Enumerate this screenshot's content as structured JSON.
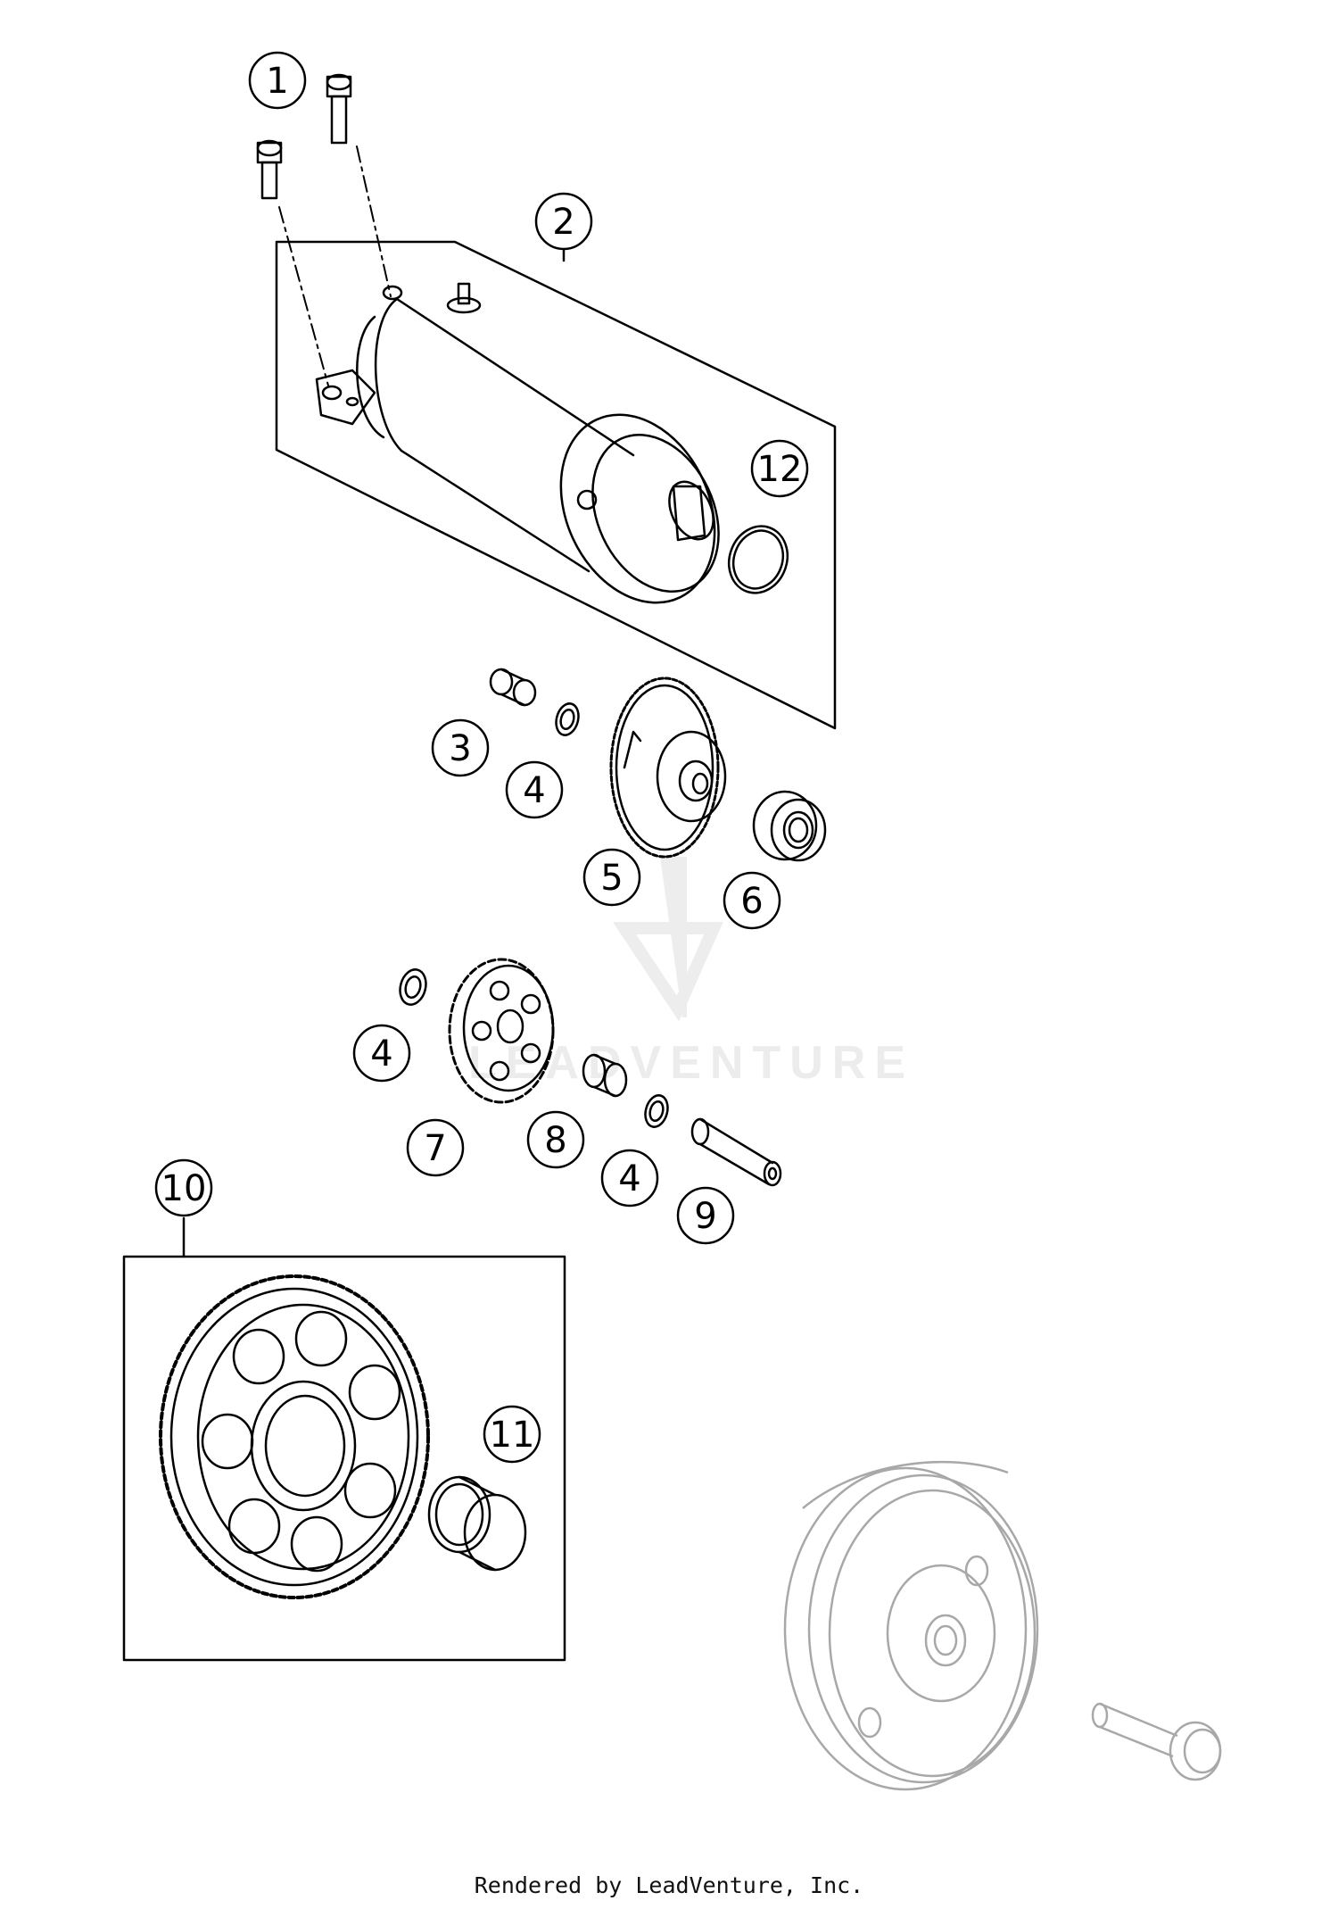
{
  "callouts": [
    "1",
    "2",
    "3",
    "4",
    "5",
    "6",
    "4",
    "7",
    "8",
    "4",
    "9",
    "10",
    "11",
    "12"
  ],
  "watermark": {
    "text": "LEADVENTURE",
    "color": "#ebebeb"
  },
  "footer": {
    "text": "Rendered by LeadVenture, Inc."
  },
  "colors": {
    "line": "#000000",
    "ghost_part": "#a8a8a8"
  }
}
